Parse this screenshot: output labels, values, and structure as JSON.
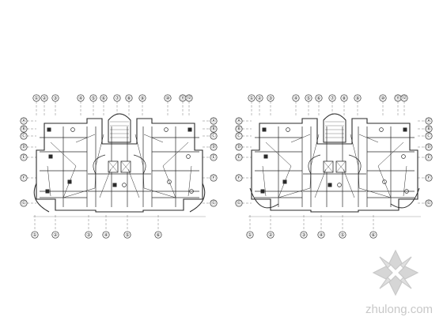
{
  "drawings": [
    {
      "id": "plan-left",
      "description_free": true,
      "axis_labels_top": [
        "①",
        "②",
        "③",
        "④",
        "⑤",
        "⑥",
        "⑦",
        "⑧",
        "⑨",
        "⑩",
        "⑪",
        "⑫"
      ],
      "axis_labels_left": [
        "Ⓐ",
        "Ⓑ",
        "Ⓒ",
        "Ⓓ",
        "Ⓔ",
        "Ⓕ",
        "Ⓖ"
      ],
      "axis_labels_right": [
        "Ⓐ",
        "Ⓑ",
        "Ⓒ",
        "Ⓓ",
        "Ⓔ",
        "Ⓕ",
        "Ⓖ"
      ],
      "axis_labels_bottom": [
        "①",
        "②",
        "③",
        "④",
        "⑤",
        "⑥"
      ]
    },
    {
      "id": "plan-right",
      "axis_labels_top": [
        "①",
        "②",
        "③",
        "④",
        "⑤",
        "⑥",
        "⑦",
        "⑧",
        "⑨",
        "⑩",
        "⑪",
        "⑫"
      ],
      "axis_labels_left": [
        "Ⓐ",
        "Ⓑ",
        "Ⓒ",
        "Ⓓ",
        "Ⓔ",
        "Ⓕ",
        "Ⓖ"
      ],
      "axis_labels_right": [
        "Ⓐ",
        "Ⓑ",
        "Ⓒ",
        "Ⓓ",
        "Ⓔ",
        "Ⓕ",
        "Ⓖ"
      ],
      "axis_labels_bottom": [
        "①",
        "②",
        "③",
        "④",
        "⑤",
        "⑥"
      ]
    }
  ],
  "watermark": {
    "text": "zhulong.com",
    "color": "#c8c8c8"
  },
  "colors": {
    "line": "#2a2a2a",
    "thin": "#555555"
  }
}
